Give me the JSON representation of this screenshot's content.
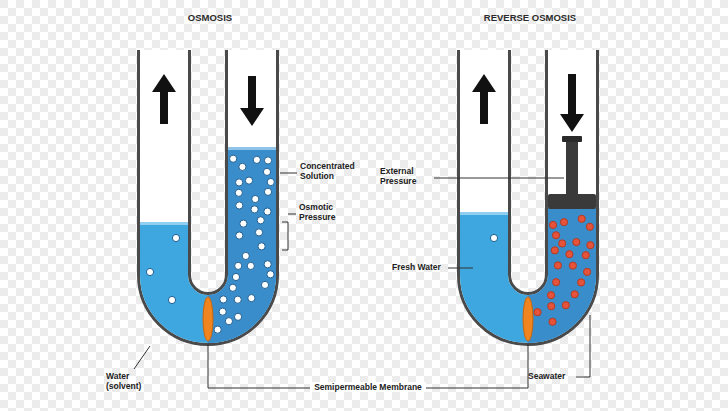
{
  "diagram": {
    "labels": [
      "OSMOSIS",
      "REVERSE OSMOSIS",
      "Concentrated Solution",
      "Osmotic Pressure",
      "External Pressure",
      "Fresh Water",
      "Water (solvent)",
      "Semipermeable Membrane",
      "Seawater"
    ]
  }
}
